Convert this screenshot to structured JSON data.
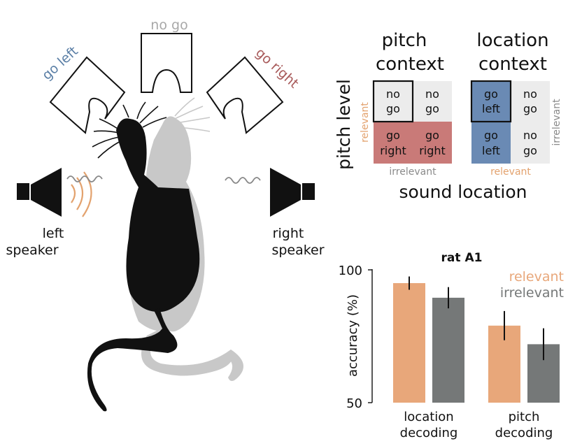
{
  "ports": {
    "left_label": "go left",
    "center_label": "no go",
    "right_label": "go right",
    "left_color": "#5b7fa6",
    "center_color": "#a8a8a8",
    "right_color": "#a85a5a"
  },
  "speakers": {
    "left_label_1": "left",
    "left_label_2": "speaker",
    "right_label_1": "right",
    "right_label_2": "speaker",
    "sound_arc_color": "#e3a26e",
    "wave_color": "#888888"
  },
  "matrix": {
    "pitch_title_1": "pitch",
    "pitch_title_2": "context",
    "location_title_1": "location",
    "location_title_2": "context",
    "y_axis": "pitch level",
    "x_axis": "sound location",
    "relevant": "relevant",
    "irrelevant": "irrelevant",
    "pitch_cells": [
      {
        "l1": "no",
        "l2": "go",
        "color": "#ececec"
      },
      {
        "l1": "no",
        "l2": "go",
        "color": "#ececec"
      },
      {
        "l1": "go",
        "l2": "right",
        "color": "#c97a78"
      },
      {
        "l1": "go",
        "l2": "right",
        "color": "#c97a78"
      }
    ],
    "location_cells": [
      {
        "l1": "go",
        "l2": "left",
        "color": "#6a8ab4"
      },
      {
        "l1": "no",
        "l2": "go",
        "color": "#ececec"
      },
      {
        "l1": "go",
        "l2": "left",
        "color": "#6a8ab4"
      },
      {
        "l1": "no",
        "l2": "go",
        "color": "#ececec"
      }
    ],
    "relevant_color": "#e3a26e",
    "irrelevant_color": "#8a8a8a"
  },
  "chart_data": {
    "type": "bar",
    "title": "rat A1",
    "ylabel": "accuracy (%)",
    "ylim": [
      50,
      100
    ],
    "yticks": [
      50,
      100
    ],
    "categories": [
      [
        "location",
        "decoding"
      ],
      [
        "pitch",
        "decoding"
      ]
    ],
    "series": [
      {
        "name": "relevant",
        "color": "#e8a77a",
        "values": [
          95,
          79
        ],
        "err": [
          2.5,
          5.5
        ]
      },
      {
        "name": "irrelevant",
        "color": "#757878",
        "values": [
          89.5,
          72
        ],
        "err": [
          4,
          6
        ]
      }
    ],
    "legend": "top-right"
  }
}
